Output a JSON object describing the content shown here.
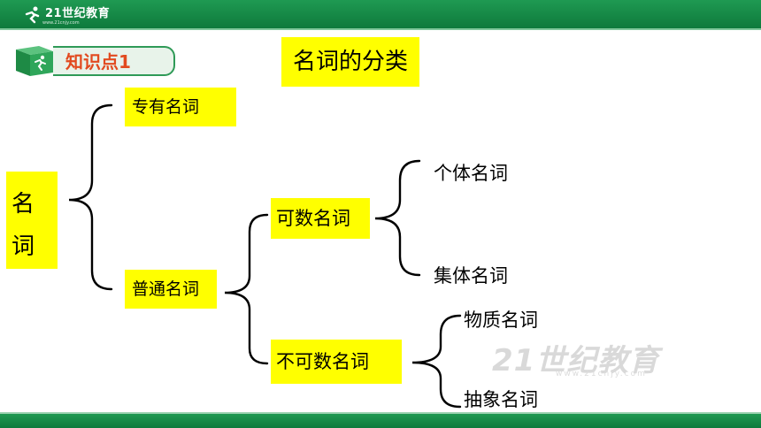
{
  "header": {
    "logo_text": "21世纪教育",
    "logo_sub": "www.21cnjy.com",
    "colors": {
      "bar": "#148a45",
      "accent": "#7fc79b"
    }
  },
  "badge": {
    "label": "知识点1",
    "label_color": "#e24a1f",
    "icon": "running-person-cube-icon"
  },
  "title": "名词的分类",
  "tree": {
    "root": [
      "名",
      "词"
    ],
    "proper": "专有名词",
    "common": "普通名词",
    "countable": "可数名词",
    "uncountable": "不可数名词",
    "individual": "个体名词",
    "collective": "集体名词",
    "material": "物质名词",
    "abstract": "抽象名词"
  },
  "watermark": {
    "text": "21世纪教育",
    "sub": "www.21cnjy.com"
  },
  "highlight_color": "#ffff00"
}
